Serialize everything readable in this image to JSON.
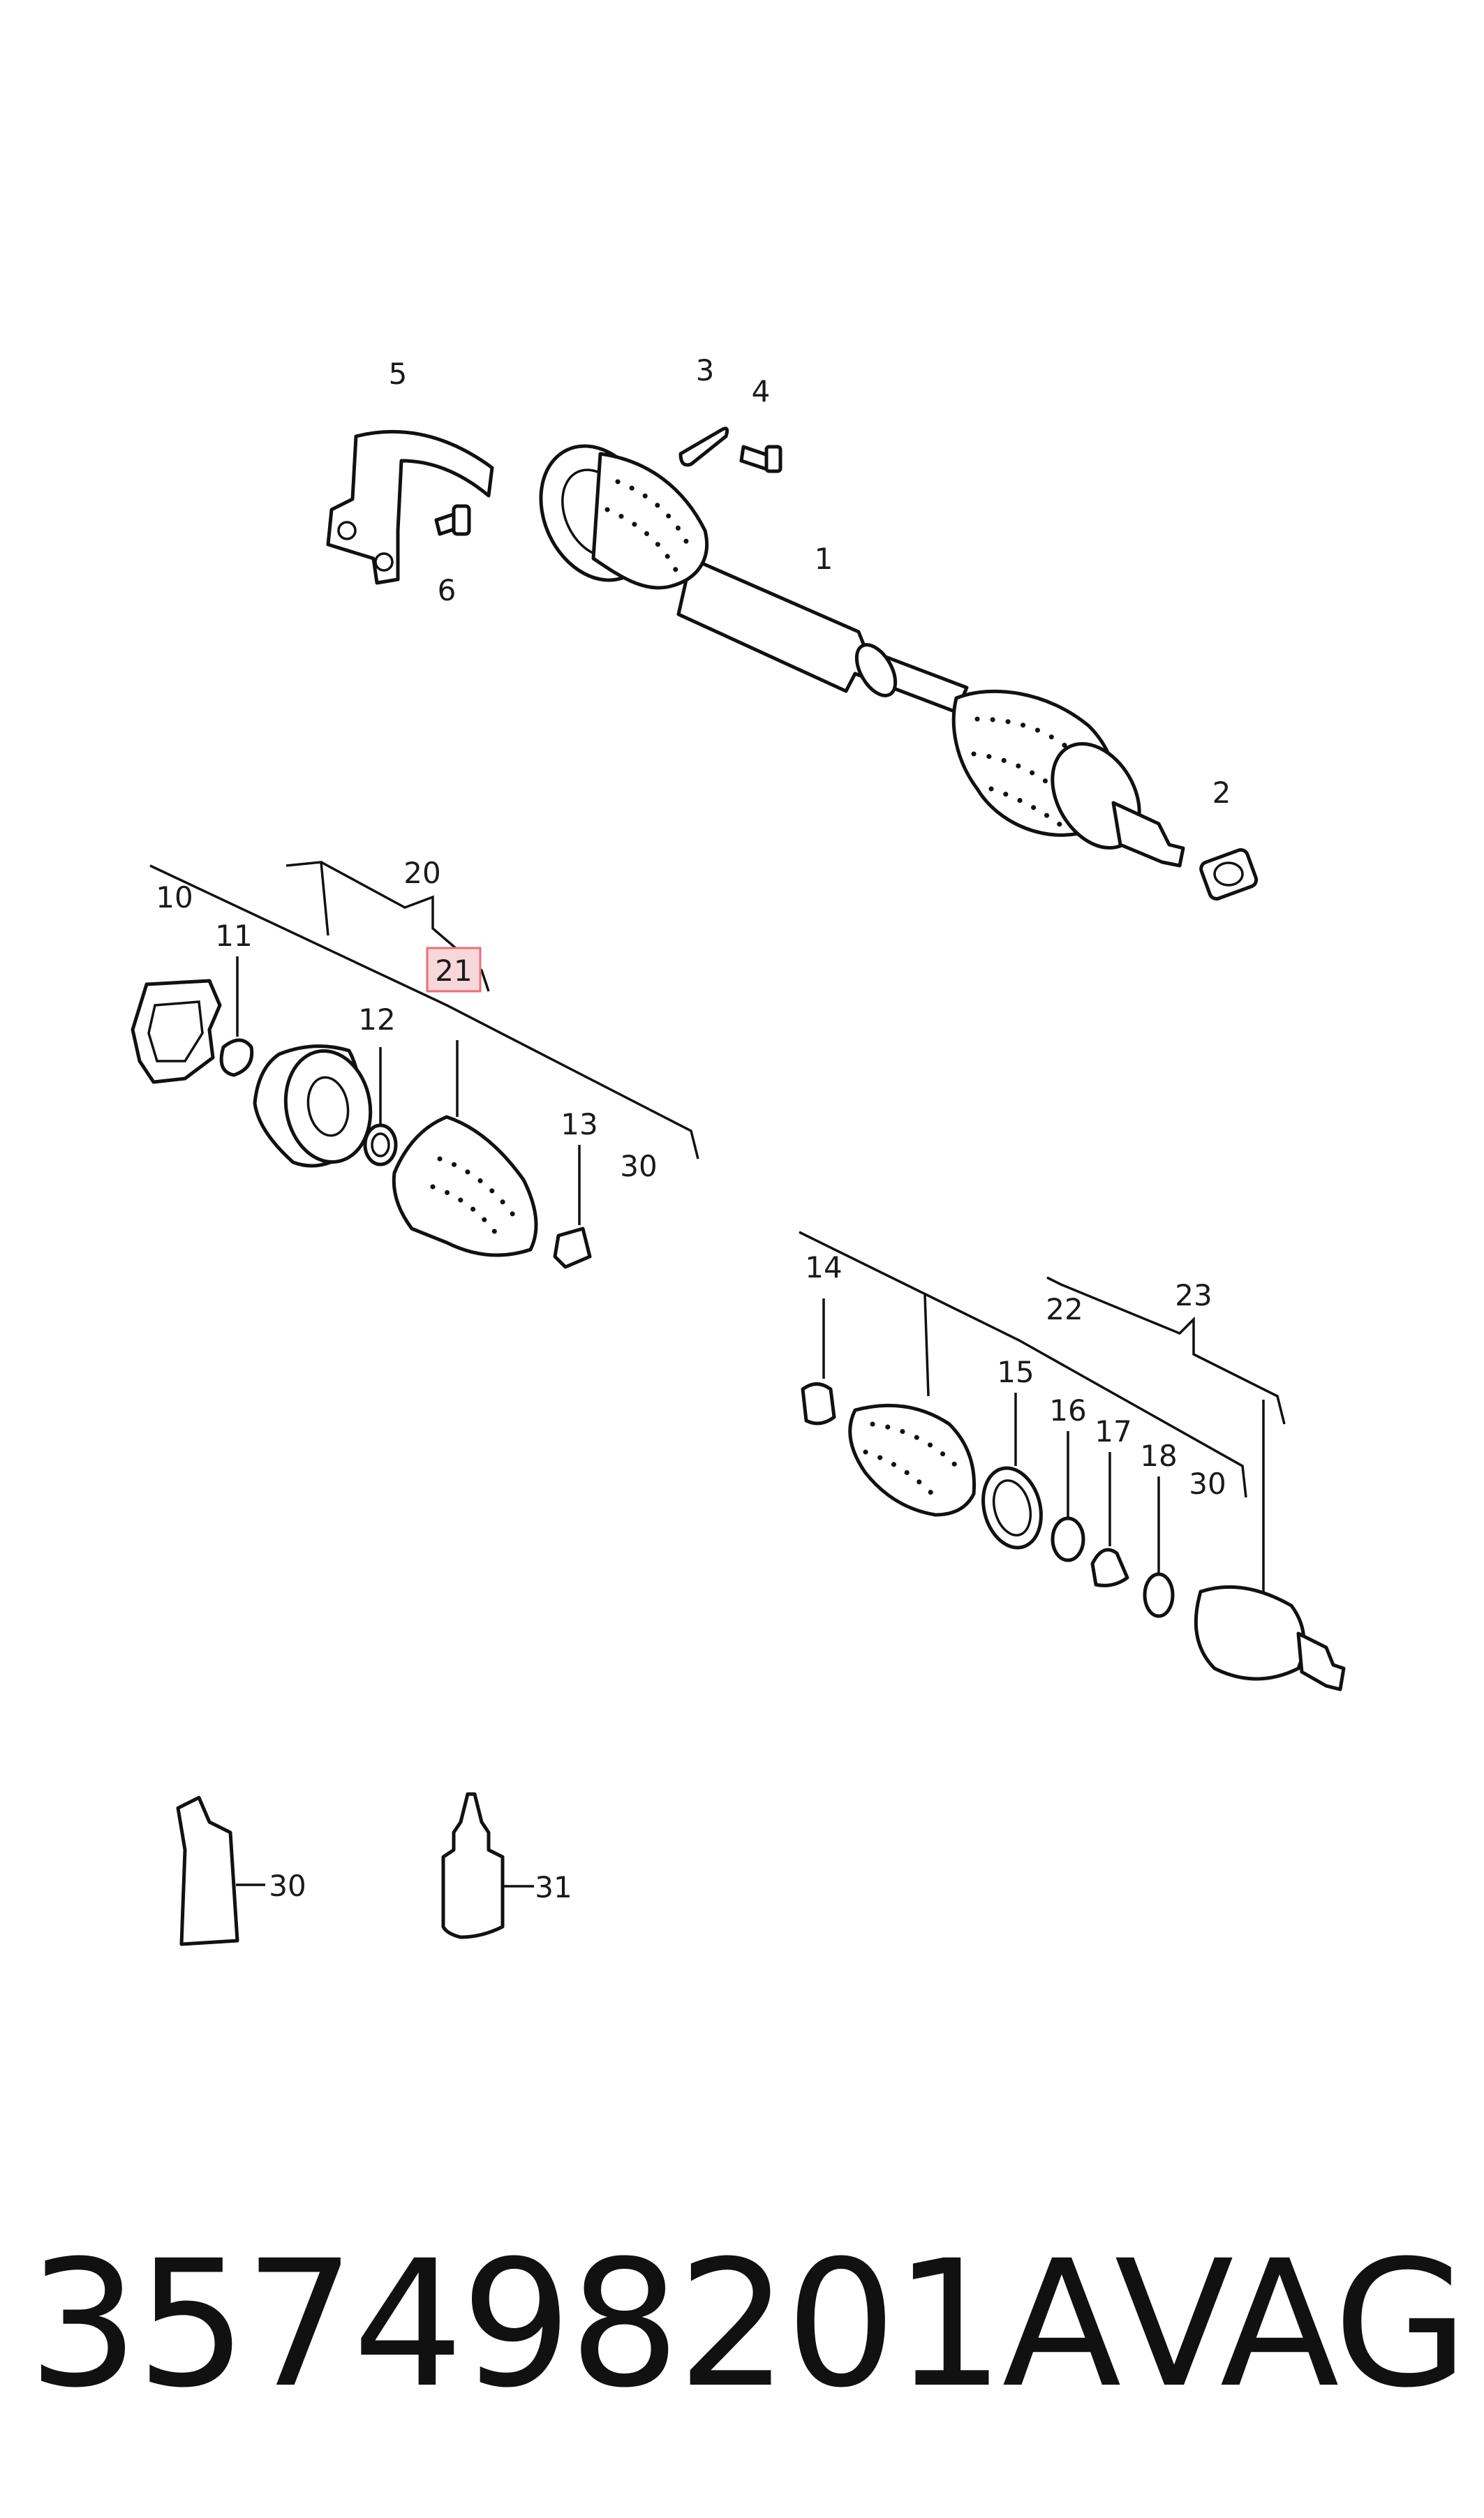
{
  "callouts": [
    "1",
    "2",
    "3",
    "4",
    "5",
    "6",
    "10",
    "11",
    "12",
    "13",
    "14",
    "15",
    "16",
    "17",
    "18",
    "20",
    "21",
    "22",
    "23",
    "30",
    "31"
  ],
  "labels": {
    "c1": "1",
    "c2": "2",
    "c3": "3",
    "c4": "4",
    "c5": "5",
    "c6": "6",
    "c10": "10",
    "c11": "11",
    "c12": "12",
    "c13": "13",
    "c14": "14",
    "c15": "15",
    "c16": "16",
    "c17": "17",
    "c18": "18",
    "c20": "20",
    "c21": "21",
    "c22": "22",
    "c23": "23",
    "c30a": "30",
    "c30b": "30",
    "c30c": "30",
    "c31": "31"
  },
  "highlighted_callout": "21",
  "highlight_color": "#e8707a",
  "footer": {
    "part_number": "357498201A",
    "brand": "VAG"
  }
}
